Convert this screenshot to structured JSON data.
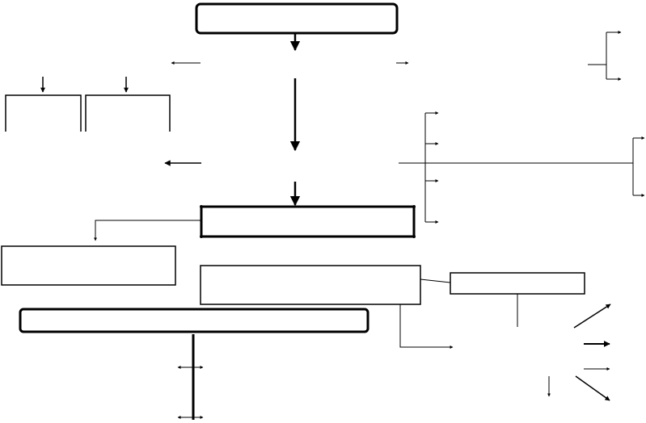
{
  "diagram": {
    "background": "#ffffff",
    "ink_color": "#000000",
    "boxes": [
      {
        "id": "top-box",
        "shape": "rounded",
        "text": ""
      },
      {
        "id": "left-branch-box-1",
        "shape": "open-bracket",
        "text": ""
      },
      {
        "id": "left-branch-box-2",
        "shape": "open-bracket",
        "text": ""
      },
      {
        "id": "center-box",
        "shape": "rectangle",
        "text": ""
      },
      {
        "id": "left-mid-box",
        "shape": "rectangle",
        "text": ""
      },
      {
        "id": "lower-center-box",
        "shape": "rectangle",
        "text": ""
      },
      {
        "id": "right-lower-box",
        "shape": "rectangle",
        "text": ""
      },
      {
        "id": "wide-bottom-box",
        "shape": "rounded",
        "text": ""
      }
    ],
    "connectors": [
      {
        "id": "top-to-trunk",
        "kind": "arrow"
      },
      {
        "id": "trunk-to-center",
        "kind": "arrow"
      },
      {
        "id": "center-to-left-mid",
        "kind": "elbow-arrow"
      },
      {
        "id": "right-fan",
        "kind": "fan-out"
      },
      {
        "id": "far-right-bracket",
        "kind": "fork"
      },
      {
        "id": "top-right-fork",
        "kind": "fork"
      },
      {
        "id": "bottom-vertical",
        "kind": "double-arrows"
      }
    ]
  }
}
